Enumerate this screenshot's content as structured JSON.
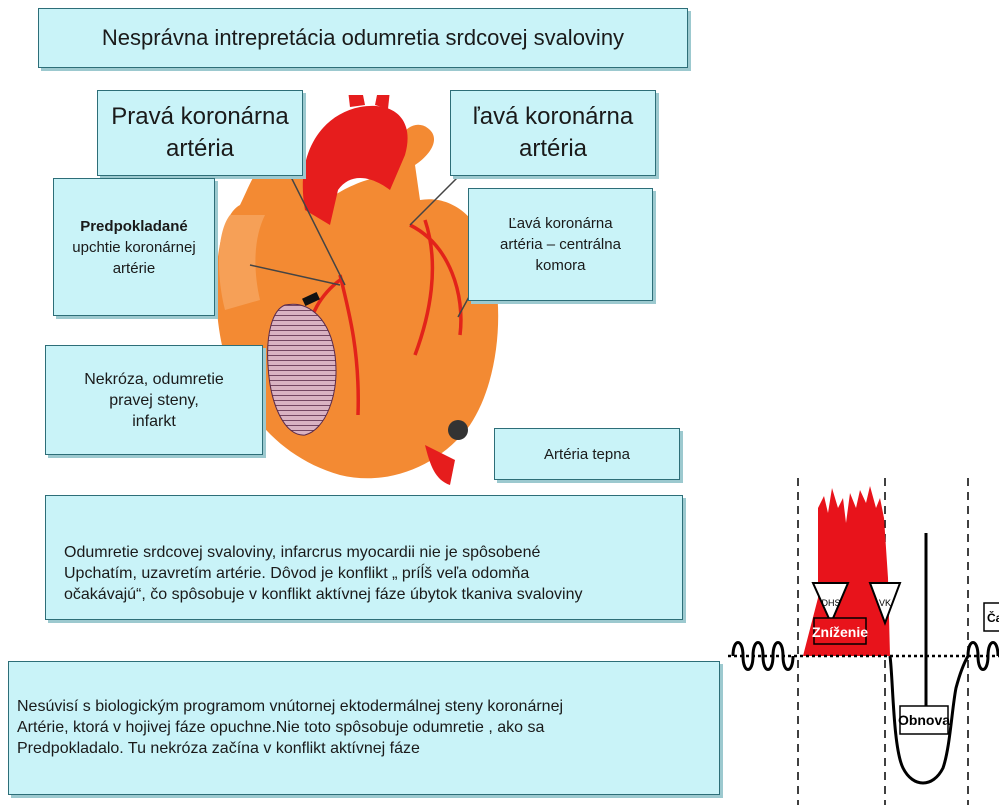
{
  "title": "Nesprávna intrepretácia odumretia srdcovej svaloviny",
  "labels": {
    "right_coronary": [
      "Pravá koronárna",
      "artéria"
    ],
    "left_coronary": [
      "ľavá koronárna",
      "artéria"
    ],
    "presumed_heading": "Predpokladané",
    "presumed_lines": [
      "upchtie koronárnej",
      "artérie"
    ],
    "left_central_lines": [
      "Ľavá koronárna",
      "artéria – centrálna",
      "komora"
    ],
    "necrosis_lines": [
      "Nekróza, odumretie",
      "pravej steny,",
      "infarkt"
    ],
    "artery": "Artéria tepna"
  },
  "paragraphs": {
    "odumretie": [
      "Odumretie srdcovej svaloviny, infarcrus myocardii nie je spôsobené",
      "Upchatím, uzavretím  artérie. Dôvod je konflikt  „ príĺš veľa odomňa",
      "očakávajú“, čo spôsobuje  v konflikt aktívnej fáze úbytok tkaniva svaloviny"
    ],
    "nesuvisi": [
      "Nesúvisí s biologickým programom vnútornej ektodermálnej steny  koronárnej",
      "Artérie, ktorá v hojivej fáze opuchne.Nie toto spôsobuje odumretie , ako sa",
      "Predpokladalo. Tu nekróza začína v konflikt aktívnej fáze"
    ]
  },
  "phase_chart": {
    "markers": [
      "DHS",
      "VK"
    ],
    "phase_reduction": "Zníženie",
    "phase_recovery": "Obnova",
    "cut_label": "Čas",
    "colors": {
      "stress": "#e8131b",
      "line": "#000000"
    }
  },
  "colors": {
    "box_fill": "#c9f3f8",
    "box_border": "#2d6e78",
    "heart": "#f07a23",
    "artery": "#e2231a"
  }
}
